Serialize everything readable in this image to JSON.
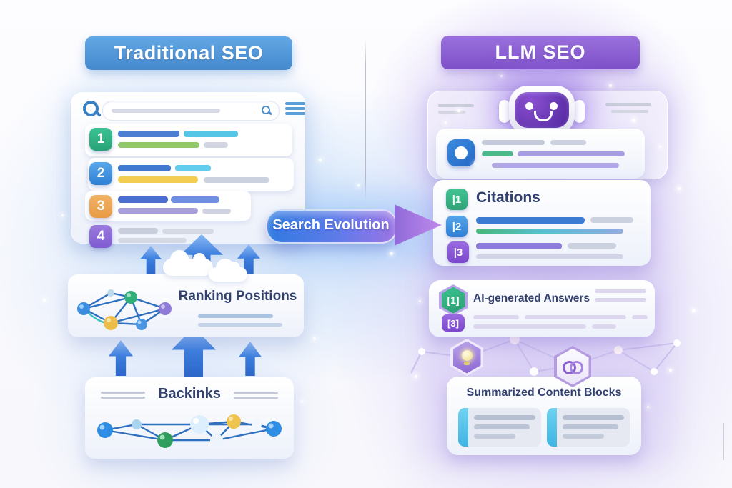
{
  "left_panel": {
    "header": "Traditional SEO",
    "search_results": {
      "ranks": [
        "1",
        "2",
        "3",
        "4"
      ]
    },
    "ranking_card": {
      "label": "Ranking Positions"
    },
    "backlinks_card": {
      "label": "Backinks"
    }
  },
  "center": {
    "arrow_label": "Search Evolution"
  },
  "right_panel": {
    "header": "LLM SEO",
    "citations_card": {
      "title": "Citations",
      "badges": [
        "|1",
        "|2",
        "|3"
      ]
    },
    "ai_answers_card": {
      "label": "AI-generated Answers",
      "badge_top": "[1]",
      "badge_bottom": "[3]"
    },
    "summary_card": {
      "title": "Summarized Content Blocks"
    }
  },
  "icons": {
    "search": "magnifier-icon",
    "menu": "hamburger-icon",
    "chat": "chat-bubble-icon",
    "robot": "robot-face-icon",
    "lightbulb": "lightbulb-icon",
    "link": "link-icon",
    "arrow_up": "up-arrow-icon",
    "cloud": "cloud-icon"
  },
  "colors": {
    "traditional_blue": "#4a8fd4",
    "llm_purple": "#8a5ecf",
    "arrow_gradient_start": "#2f7ae0",
    "arrow_gradient_end": "#9b74e4",
    "navy_text": "#32406e",
    "rank1_green": "#35b789",
    "rank2_blue": "#3d8fe0",
    "rank3_orange": "#eda64f",
    "rank4_purple": "#8a6ad6",
    "citation_green": "#35b789",
    "citation_blue": "#3f8edd",
    "citation_purple": "#8a55d2",
    "accent_cyan": "#5bc8ea",
    "accent_yellow": "#f4cf56"
  }
}
